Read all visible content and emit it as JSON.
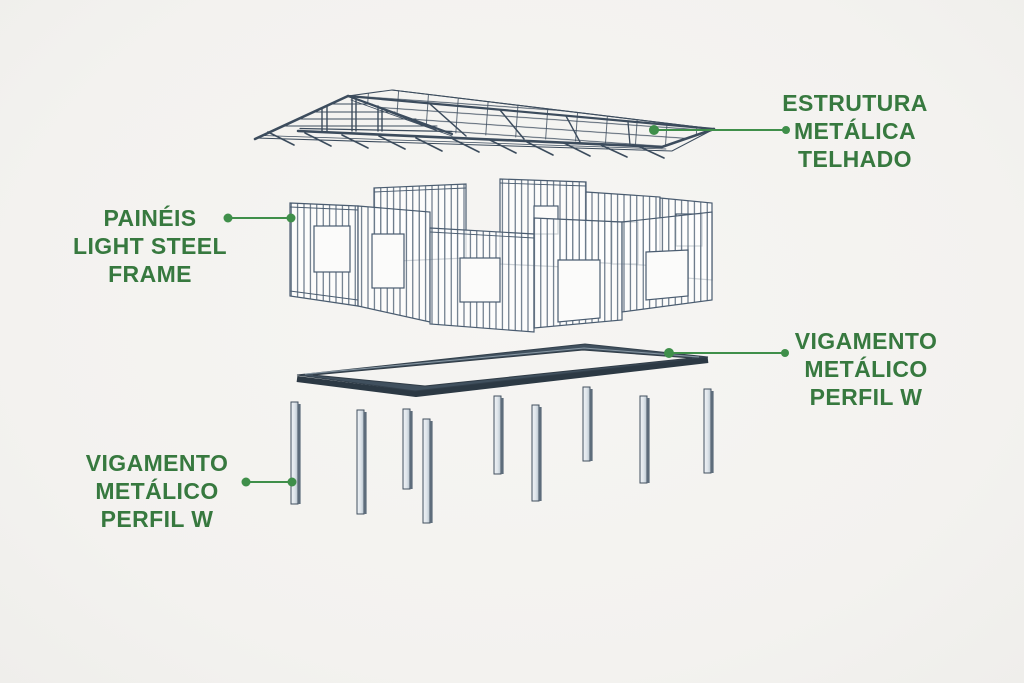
{
  "colors": {
    "background": "#f4f3f1",
    "accent_green_line": "#3f8f4a",
    "label_text_green": "#37793f",
    "steel_wireframe_dark": "#3c4c5d",
    "steel_wall_line": "#4a5c70",
    "platform_dark": "#36424e",
    "pile_face_light": "#e3e9ef",
    "pile_side_dark": "#5d6c7b"
  },
  "labels": {
    "roof": {
      "lines": [
        "ESTRUTURA",
        "METÁLICA",
        "TELHADO"
      ]
    },
    "panels": {
      "lines": [
        "PAINÉIS",
        "LIGHT STEEL",
        "FRAME"
      ]
    },
    "beam_right": {
      "lines": [
        "VIGAMENTO",
        "METÁLICO",
        "PERFIL W"
      ]
    },
    "beam_left": {
      "lines": [
        "VIGAMENTO",
        "METÁLICO",
        "PERFIL W"
      ]
    }
  },
  "diagram": {
    "type": "exploded construction diagram",
    "layers": [
      "Estrutura metálica telhado",
      "Painéis light steel frame",
      "Vigamento metálico perfil W",
      "Vigamento metálico perfil W"
    ]
  }
}
